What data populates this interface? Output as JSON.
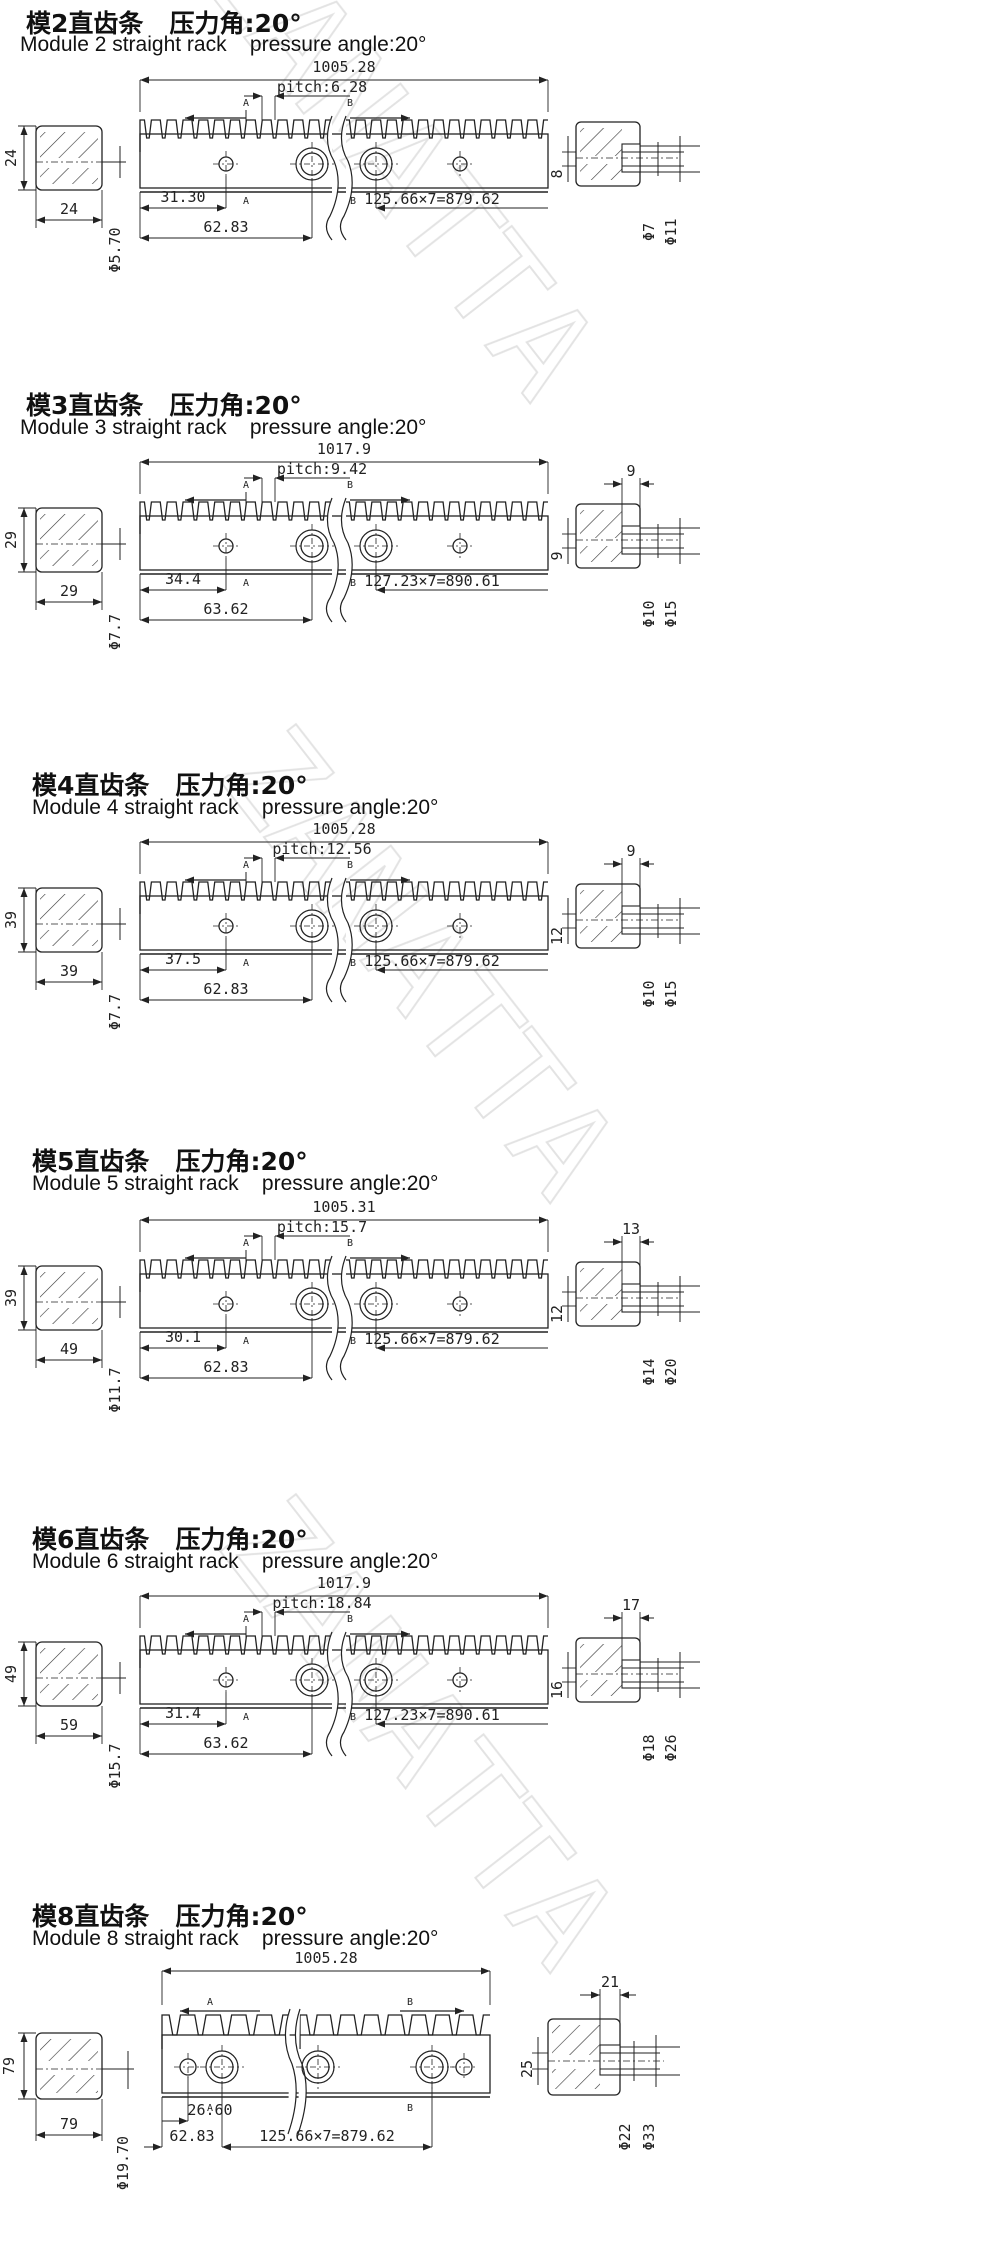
{
  "watermark": "ZANATTA",
  "sections": [
    {
      "title_cn": "模2直齿条   压力角:20°",
      "title_en": "Module 2 straight rack    pressure angle:20°",
      "dims": {
        "length": "1005.28",
        "pitch": "pitch:6.28",
        "end_hole": "31.30",
        "mid_hole": "62.83",
        "spacing": "125.66×7=879.62",
        "height": "24",
        "width": "24",
        "pitch_line": "Φ5.70",
        "counterbore_depth": "",
        "counterbore_height": "8",
        "hole_small": "Φ7",
        "hole_large": "Φ11"
      }
    },
    {
      "title_cn": "模3直齿条   压力角:20°",
      "title_en": "Module 3 straight rack    pressure angle:20°",
      "dims": {
        "length": "1017.9",
        "pitch": "pitch:9.42",
        "end_hole": "34.4",
        "mid_hole": "63.62",
        "spacing": "127.23×7=890.61",
        "height": "29",
        "width": "29",
        "pitch_line": "Φ7.7",
        "counterbore_depth": "9",
        "counterbore_height": "9",
        "hole_small": "Φ10",
        "hole_large": "Φ15"
      }
    },
    {
      "title_cn": "模4直齿条   压力角:20°",
      "title_en": "Module 4 straight rack    pressure angle:20°",
      "dims": {
        "length": "1005.28",
        "pitch": "pitch:12.56",
        "end_hole": "37.5",
        "mid_hole": "62.83",
        "spacing": "125.66×7=879.62",
        "height": "39",
        "width": "39",
        "pitch_line": "Φ7.7",
        "counterbore_depth": "9",
        "counterbore_height": "12",
        "hole_small": "Φ10",
        "hole_large": "Φ15"
      }
    },
    {
      "title_cn": "模5直齿条   压力角:20°",
      "title_en": "Module 5 straight rack    pressure angle:20°",
      "dims": {
        "length": "1005.31",
        "pitch": "pitch:15.7",
        "end_hole": "30.1",
        "mid_hole": "62.83",
        "spacing": "125.66×7=879.62",
        "height": "39",
        "width": "49",
        "pitch_line": "Φ11.7",
        "counterbore_depth": "13",
        "counterbore_height": "12",
        "hole_small": "Φ14",
        "hole_large": "Φ20"
      }
    },
    {
      "title_cn": "模6直齿条   压力角:20°",
      "title_en": "Module 6 straight rack    pressure angle:20°",
      "dims": {
        "length": "1017.9",
        "pitch": "pitch:18.84",
        "end_hole": "31.4",
        "mid_hole": "63.62",
        "spacing": "127.23×7=890.61",
        "height": "49",
        "width": "59",
        "pitch_line": "Φ15.7",
        "counterbore_depth": "17",
        "counterbore_height": "16",
        "hole_small": "Φ18",
        "hole_large": "Φ26"
      }
    },
    {
      "title_cn": "模8直齿条   压力角:20°",
      "title_en": "Module 8 straight rack    pressure angle:20°",
      "dims": {
        "length": "1005.28",
        "pitch": "",
        "end_hole": "26.60",
        "mid_hole": "62.83",
        "spacing": "125.66×7=879.62",
        "height": "79",
        "width": "79",
        "pitch_line": "Φ19.70",
        "counterbore_depth": "21",
        "counterbore_height": "25",
        "hole_small": "Φ22",
        "hole_large": "Φ33"
      }
    }
  ]
}
